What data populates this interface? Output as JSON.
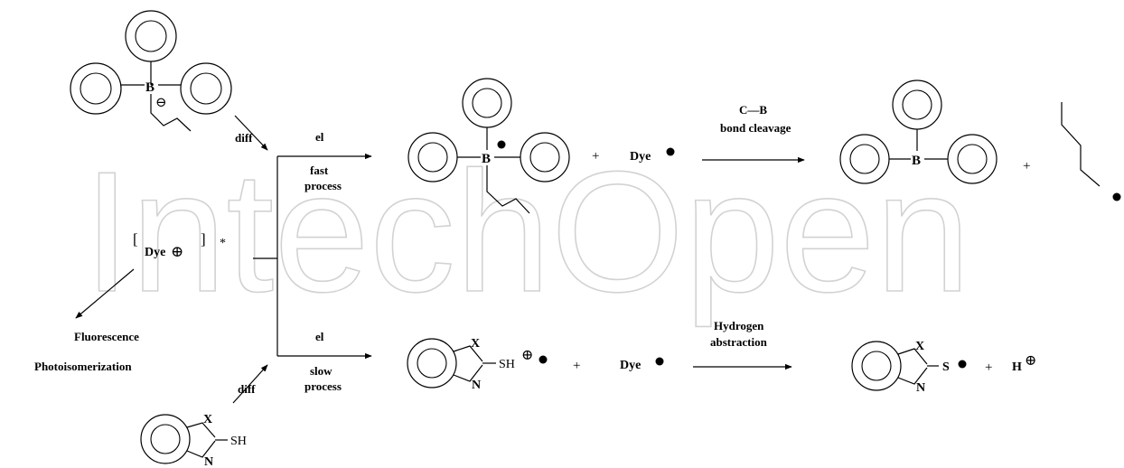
{
  "watermark": "IntechOpen",
  "labels": {
    "diff_top": "diff",
    "diff_bottom": "diff",
    "el_top": "el",
    "el_bottom": "el",
    "fast": "fast",
    "slow": "slow",
    "process_top": "process",
    "process_bottom": "process",
    "dye_excited": "Dye",
    "bracket_open": "[",
    "bracket_close": "]",
    "star": "*",
    "fluorescence": "Fluorescence",
    "photoisomerization": "Photoisomerization",
    "dye_top": "Dye",
    "dye_bottom": "Dye",
    "plus": "+",
    "cb_bond": "C—B",
    "bond_cleavage": "bond cleavage",
    "hydrogen": "Hydrogen",
    "abstraction": "abstraction",
    "h": "H",
    "atom_b": "B",
    "atom_x": "X",
    "atom_n": "N",
    "sh": "SH",
    "s": "S"
  },
  "symbols": {
    "cation": "⊕",
    "anion": "⊖"
  }
}
